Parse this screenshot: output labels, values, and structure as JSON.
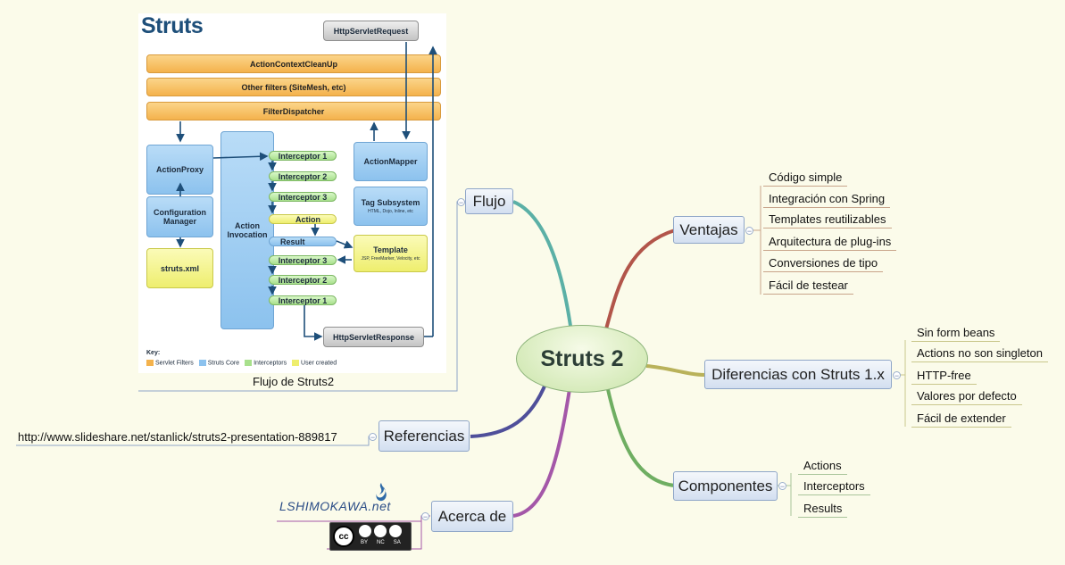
{
  "central": "Struts 2",
  "topics": {
    "flujo": "Flujo",
    "ventajas": "Ventajas",
    "diferencias": "Diferencias con Struts 1.x",
    "componentes": "Componentes",
    "referencias": "Referencias",
    "acerca": "Acerca de"
  },
  "ventajas_items": [
    "Código simple",
    "Integración con Spring",
    "Templates reutilizables",
    "Arquitectura de plug-ins",
    "Conversiones de tipo",
    "Fácil de testear"
  ],
  "diferencias_items": [
    "Sin form beans",
    "Actions no son singleton",
    "HTTP-free",
    "Valores por defecto",
    "Fácil de extender"
  ],
  "componentes_items": [
    "Actions",
    "Interceptors",
    "Results"
  ],
  "referencia_url": "http://www.slideshare.net/stanlick/struts2-presentation-889817",
  "image_caption": "Flujo de Struts2",
  "logo_text": "LSHIMOKAWA.net",
  "cc_badge": {
    "cc": "cc",
    "labels": [
      "BY",
      "NC",
      "SA"
    ]
  },
  "diagram": {
    "title": "Struts",
    "http_request": "HttpServletRequest",
    "http_response": "HttpServletResponse",
    "filters": [
      "ActionContextCleanUp",
      "Other filters (SiteMesh, etc)",
      "FilterDispatcher"
    ],
    "action_proxy": "ActionProxy",
    "config_manager": "Configuration Manager",
    "struts_xml": "struts.xml",
    "action_invocation": "Action Invocation",
    "action_mapper": "ActionMapper",
    "tag_subsystem": "Tag Subsystem",
    "tag_subsystem_sub": "HTML, Dojo, Inline, etc",
    "template": "Template",
    "template_sub": "JSP, FreeMarker, Velocity, etc",
    "interceptors_in": [
      "Interceptor 1",
      "Interceptor 2",
      "Interceptor 3"
    ],
    "action": "Action",
    "result": "Result",
    "interceptors_out": [
      "Interceptor 3",
      "Interceptor 2",
      "Interceptor 1"
    ],
    "key_title": "Key:",
    "key": [
      {
        "label": "Servlet Filters",
        "color": "#f4b24c"
      },
      {
        "label": "Struts Core",
        "color": "#8cc2ee"
      },
      {
        "label": "Interceptors",
        "color": "#a8e08c"
      },
      {
        "label": "User created",
        "color": "#eeee6e"
      }
    ]
  },
  "colors": {
    "ventajas": "#b2554a",
    "diferencias": "#b9b25a",
    "componentes": "#6fae62",
    "referencias": "#4f4f9a",
    "acerca": "#a457a8",
    "flujo": "#5bb0a6"
  }
}
